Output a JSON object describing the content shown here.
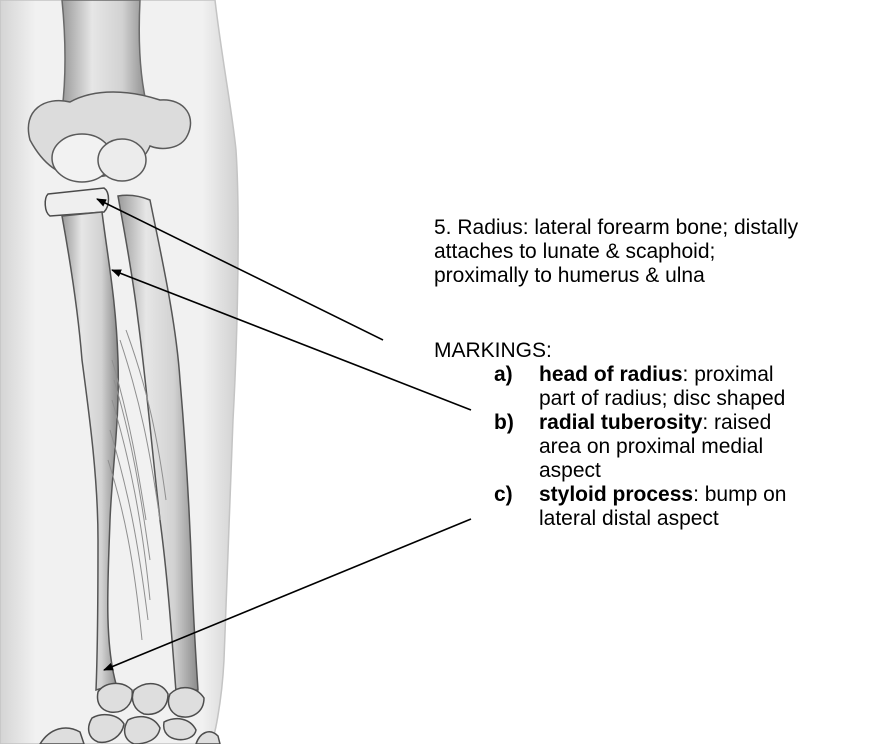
{
  "description": {
    "lines": [
      "5. Radius: lateral forearm bone; distally",
      "attaches to lunate & scaphoid;",
      "proximally to humerus & ulna"
    ]
  },
  "markings": {
    "heading": "MARKINGS:",
    "items": [
      {
        "letter": "a)",
        "term": "head of radius",
        "lines": [
          ": proximal",
          "part of radius; disc shaped"
        ]
      },
      {
        "letter": "b)",
        "term": "radial tuberosity",
        "lines": [
          ": raised",
          "area on proximal medial",
          "aspect"
        ]
      },
      {
        "letter": "c)",
        "term": "styloid process",
        "lines": [
          ": bump on",
          "lateral distal aspect"
        ]
      }
    ]
  }
}
